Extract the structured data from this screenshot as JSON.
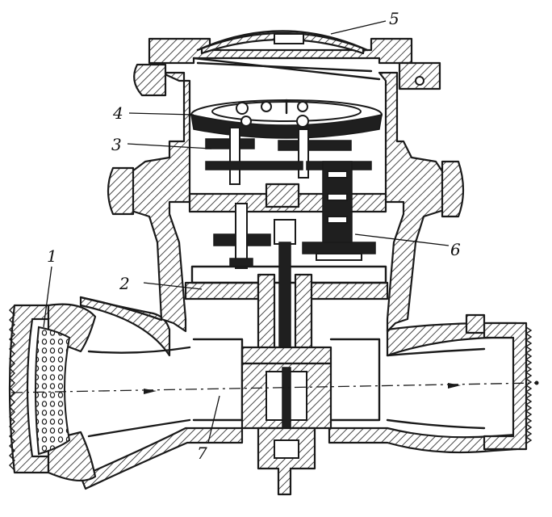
{
  "figure": {
    "labels": {
      "meter_strainer": "1",
      "counting_spindle": "2",
      "gear_train": "3",
      "dial_plate": "4",
      "glass_cover": "5",
      "reduction_gear": "6",
      "impeller": "7"
    },
    "colors": {
      "ink": "#1a1a1a",
      "paper": "#ffffff"
    }
  }
}
